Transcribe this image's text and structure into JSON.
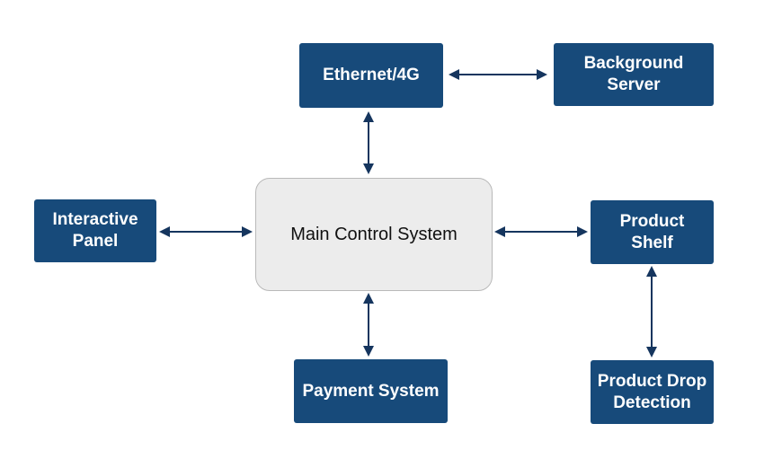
{
  "diagram": {
    "accent_color": "#174a7a",
    "center_color": "#ececec",
    "arrow_color": "#15355e",
    "nodes": {
      "ethernet": "Ethernet/4G",
      "server": "Background\nServer",
      "panel": "Interactive\nPanel",
      "main": "Main Control System",
      "shelf": "Product\nShelf",
      "payment": "Payment System",
      "drop": "Product Drop\nDetection"
    },
    "connections": [
      {
        "from": "ethernet",
        "to": "server",
        "direction": "bidirectional"
      },
      {
        "from": "ethernet",
        "to": "main",
        "direction": "bidirectional"
      },
      {
        "from": "panel",
        "to": "main",
        "direction": "bidirectional"
      },
      {
        "from": "main",
        "to": "shelf",
        "direction": "bidirectional"
      },
      {
        "from": "main",
        "to": "payment",
        "direction": "bidirectional"
      },
      {
        "from": "shelf",
        "to": "drop",
        "direction": "bidirectional"
      }
    ]
  }
}
